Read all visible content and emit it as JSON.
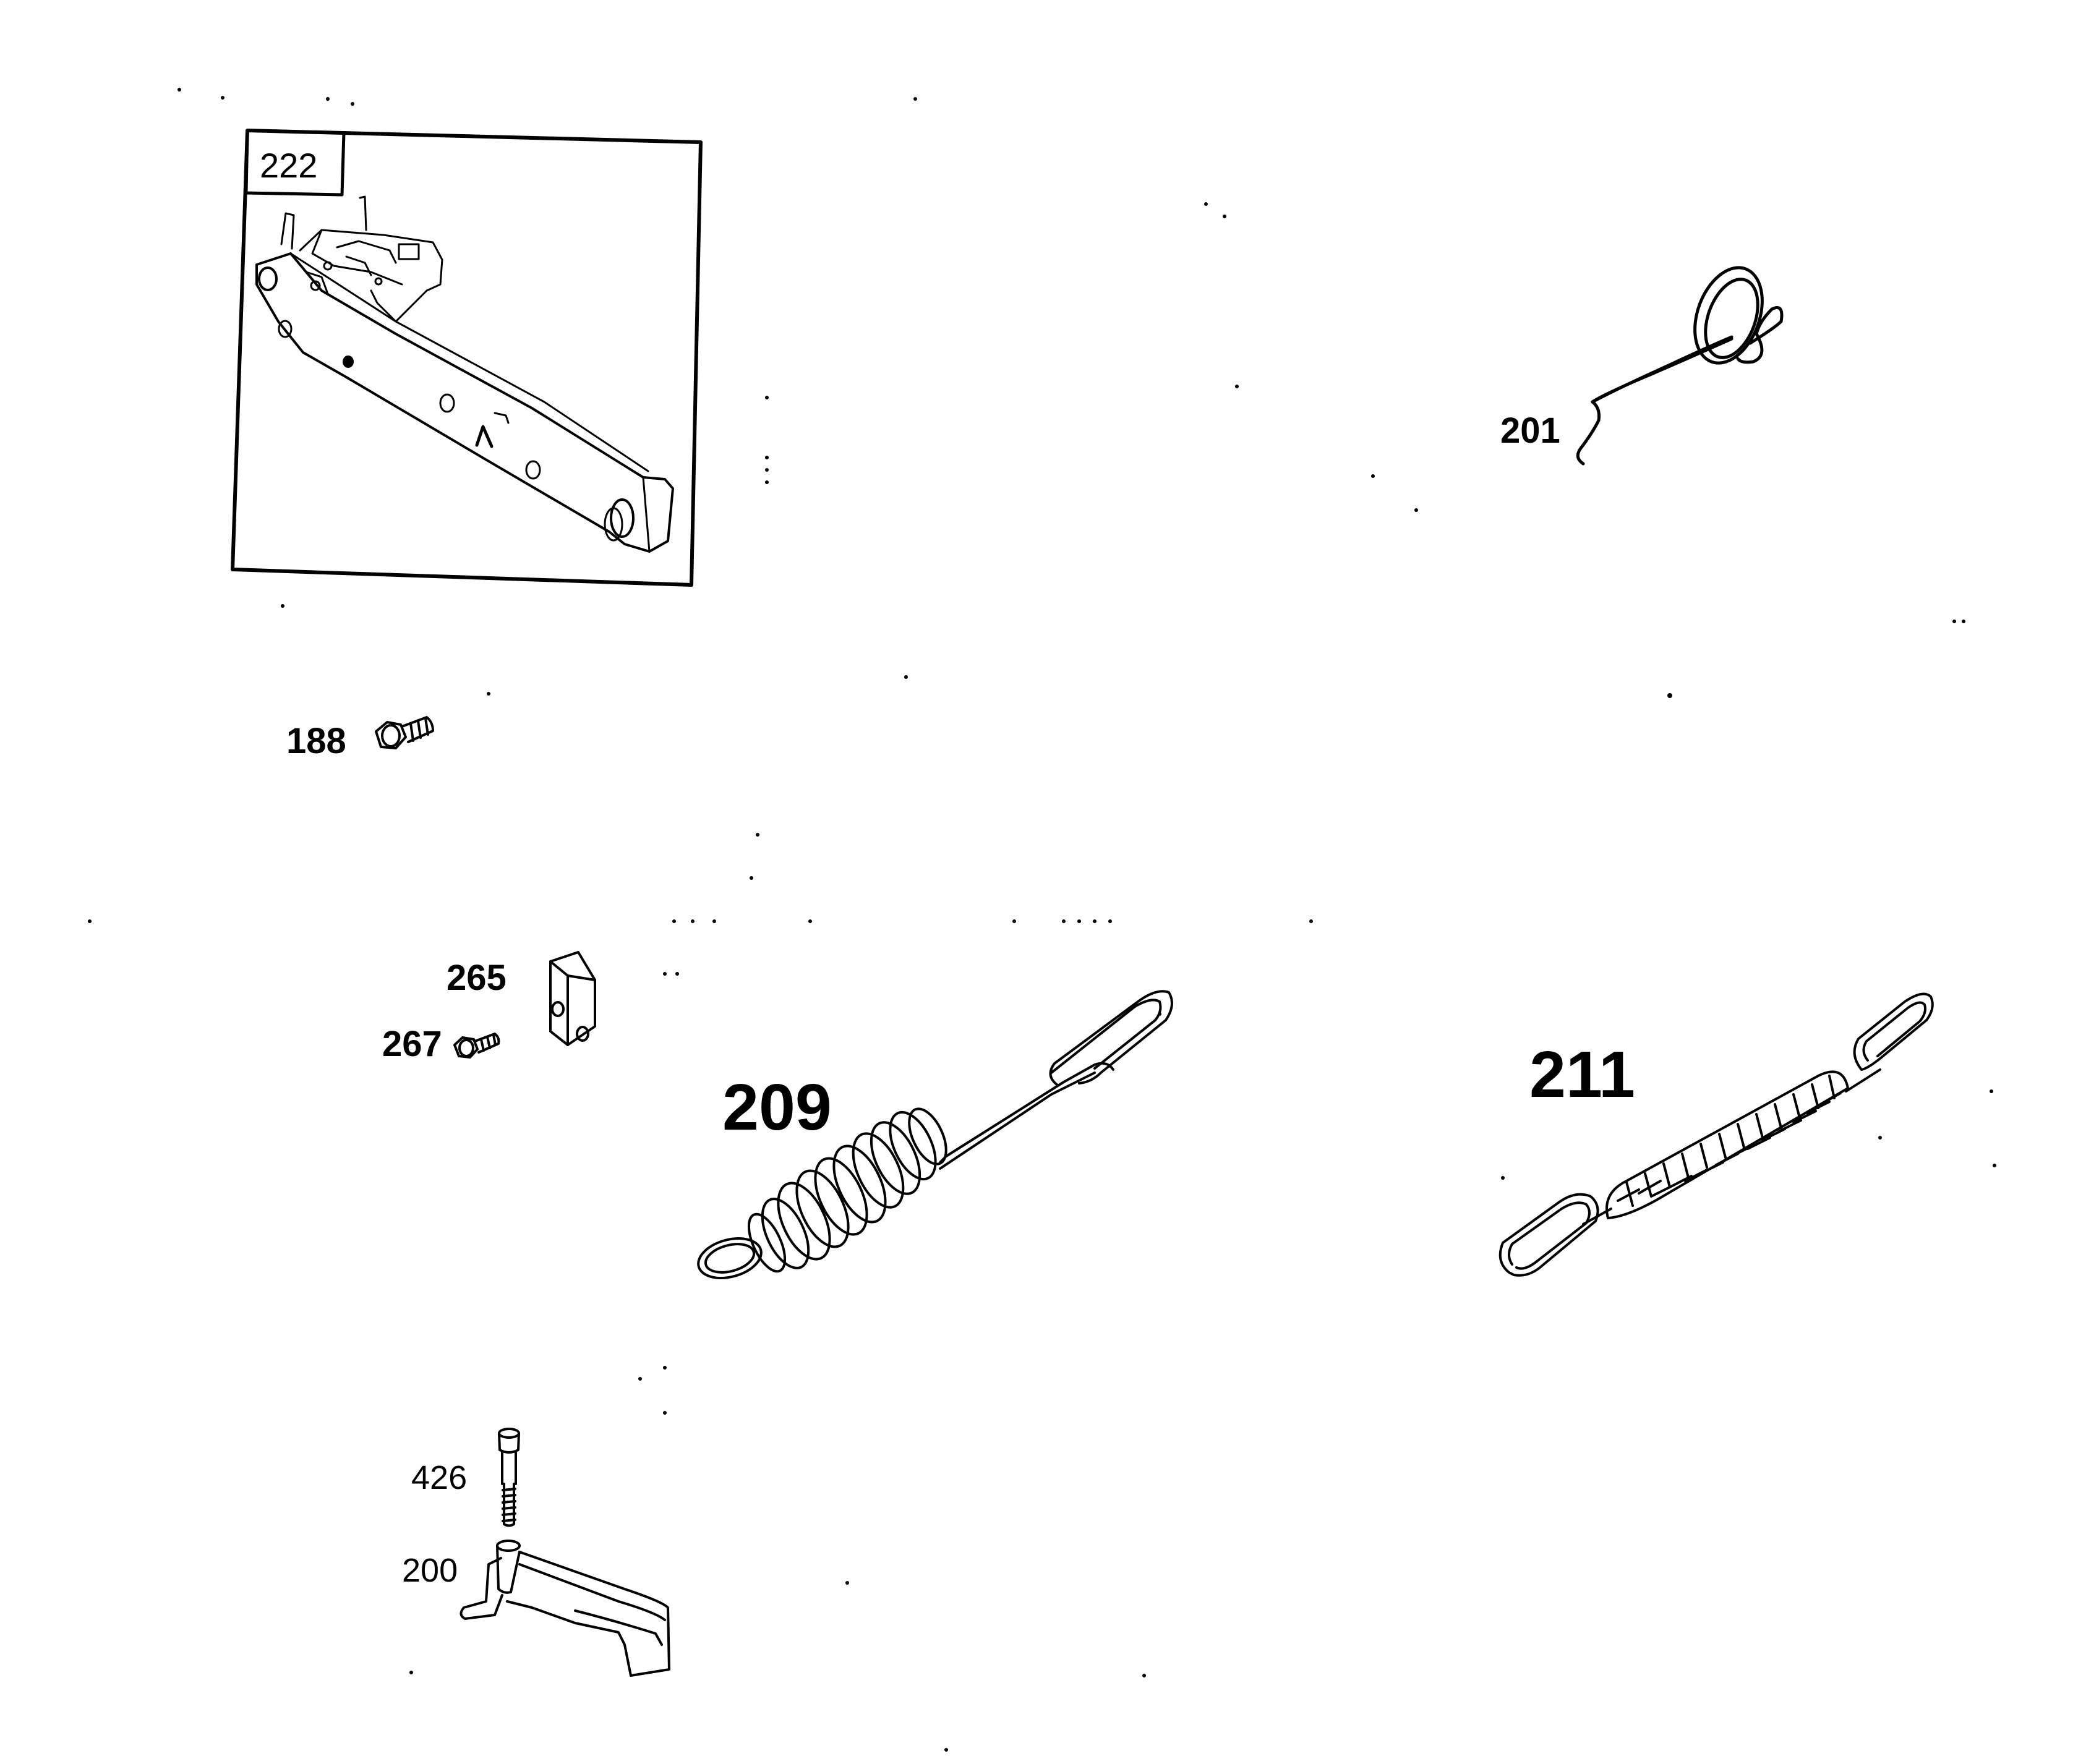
{
  "diagram": {
    "parts": [
      {
        "id": "lever-bracket",
        "label": "222"
      },
      {
        "id": "wire-clip",
        "label": "201"
      },
      {
        "id": "hex-bolt",
        "label": "188"
      },
      {
        "id": "square-block",
        "label": "265"
      },
      {
        "id": "small-screw",
        "label": "267"
      },
      {
        "id": "extension-spring-large",
        "label": "209"
      },
      {
        "id": "extension-spring-long",
        "label": "211"
      },
      {
        "id": "shoulder-bolt",
        "label": "426"
      },
      {
        "id": "brake-lever",
        "label": "200"
      }
    ]
  }
}
